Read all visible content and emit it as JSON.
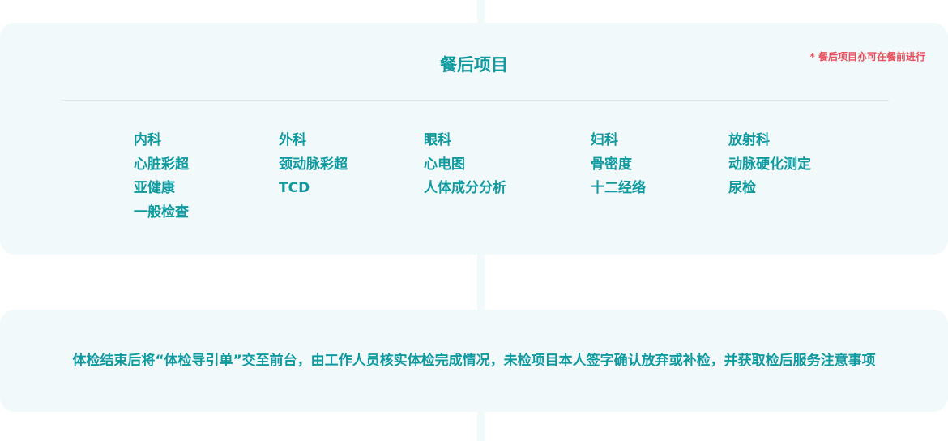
{
  "after_meal": {
    "title": "餐后项目",
    "note": "* 餐后项目亦可在餐前进行",
    "columns": [
      {
        "items": [
          "内科",
          "心脏彩超",
          "亚健康",
          "一般检查"
        ]
      },
      {
        "items": [
          "外科",
          "颈动脉彩超",
          "TCD"
        ]
      },
      {
        "items": [
          "眼科",
          "心电图",
          "人体成分分析"
        ]
      },
      {
        "items": [
          "妇科",
          "骨密度",
          "十二经络"
        ]
      },
      {
        "items": [
          "放射科",
          "动脉硬化测定",
          "尿检"
        ]
      }
    ]
  },
  "notice": {
    "text": "体检结束后将“体检导引单”交至前台，由工作人员核实体检完成情况，未检项目本人签字确认放弃或补检，并获取检后服务注意事项"
  },
  "colors": {
    "accent": "#0f9aa0",
    "note": "#e8505b",
    "card_bg": "#f2f9fb"
  }
}
